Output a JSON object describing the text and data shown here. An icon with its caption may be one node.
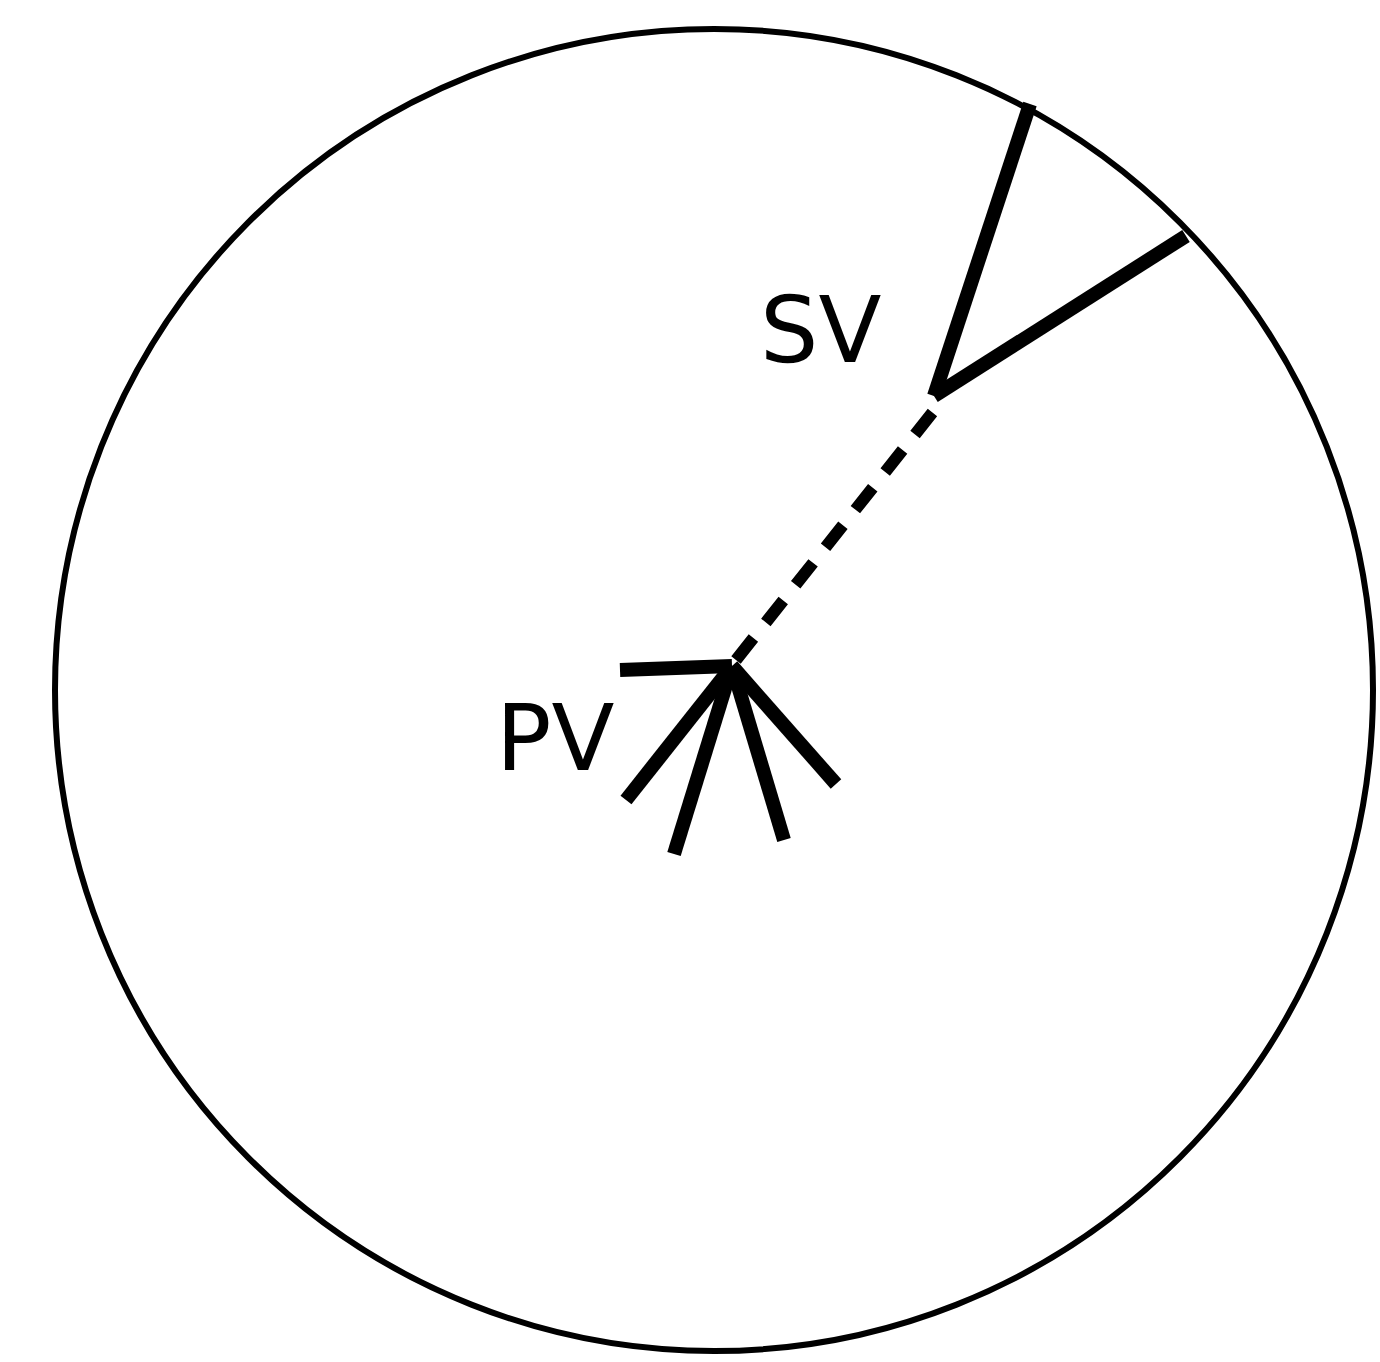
{
  "diagram": {
    "nodes": [
      {
        "text": [],
        "shape": "circle"
      },
      {
        "text": [
          "PV"
        ],
        "in": 0
      },
      {
        "text": [
          "SV"
        ],
        "in": 0
      }
    ],
    "edges": [
      {
        "from": 1,
        "to": 2,
        "arrow": "none",
        "style": "dashed"
      }
    ]
  }
}
